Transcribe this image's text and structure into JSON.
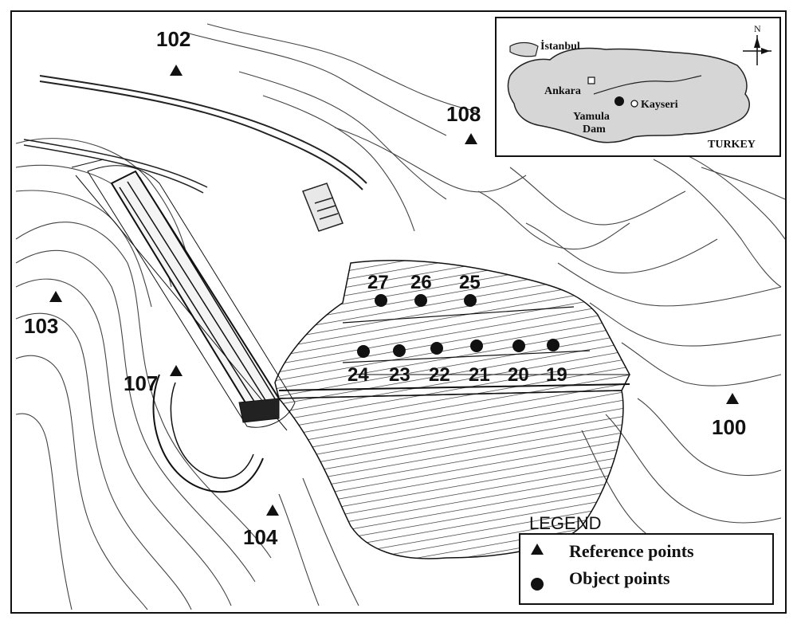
{
  "reference_points": [
    {
      "id": "ref-102",
      "label": "102"
    },
    {
      "id": "ref-108",
      "label": "108"
    },
    {
      "id": "ref-103",
      "label": "103"
    },
    {
      "id": "ref-107",
      "label": "107"
    },
    {
      "id": "ref-100",
      "label": "100"
    },
    {
      "id": "ref-104",
      "label": "104"
    }
  ],
  "object_points": [
    {
      "id": "obj-27",
      "label": "27"
    },
    {
      "id": "obj-26",
      "label": "26"
    },
    {
      "id": "obj-25",
      "label": "25"
    },
    {
      "id": "obj-24",
      "label": "24"
    },
    {
      "id": "obj-23",
      "label": "23"
    },
    {
      "id": "obj-22",
      "label": "22"
    },
    {
      "id": "obj-21",
      "label": "21"
    },
    {
      "id": "obj-20",
      "label": "20"
    },
    {
      "id": "obj-19",
      "label": "19"
    }
  ],
  "inset": {
    "cities": {
      "istanbul": "İstanbul",
      "ankara": "Ankara",
      "kayseri": "Kayseri",
      "yamula": "Yamula",
      "dam": "Dam"
    },
    "country": "TURKEY",
    "north": "N"
  },
  "legend": {
    "title": "LEGEND",
    "reference_label": "Reference points",
    "object_label": "Object points"
  },
  "colors": {
    "ink": "#111111",
    "land": "#d6d6d6",
    "paper": "#ffffff"
  }
}
